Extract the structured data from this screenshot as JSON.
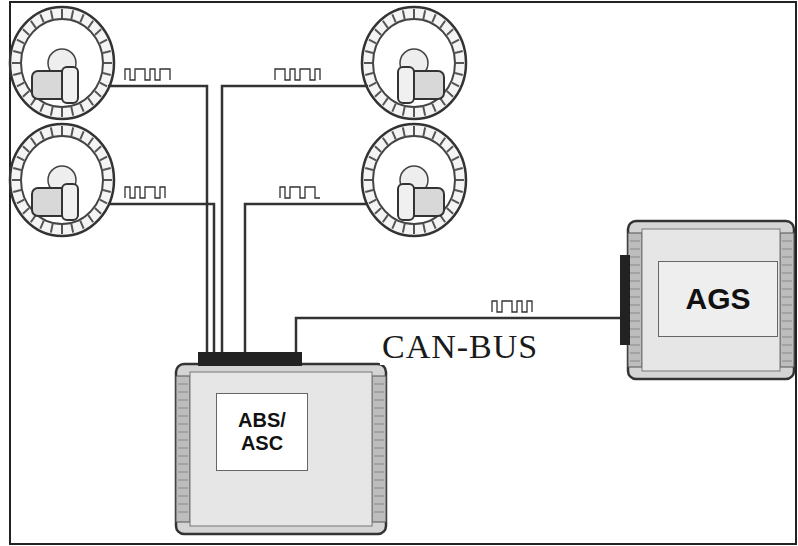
{
  "diagram": {
    "nodes": [
      {
        "text": [
          "ABS/ ASC"
        ]
      },
      {
        "text": [
          "AGS"
        ]
      }
    ],
    "edges": [
      {
        "from": 0,
        "to": 1,
        "arrow": "none",
        "label": "CAN-BUS"
      }
    ]
  }
}
